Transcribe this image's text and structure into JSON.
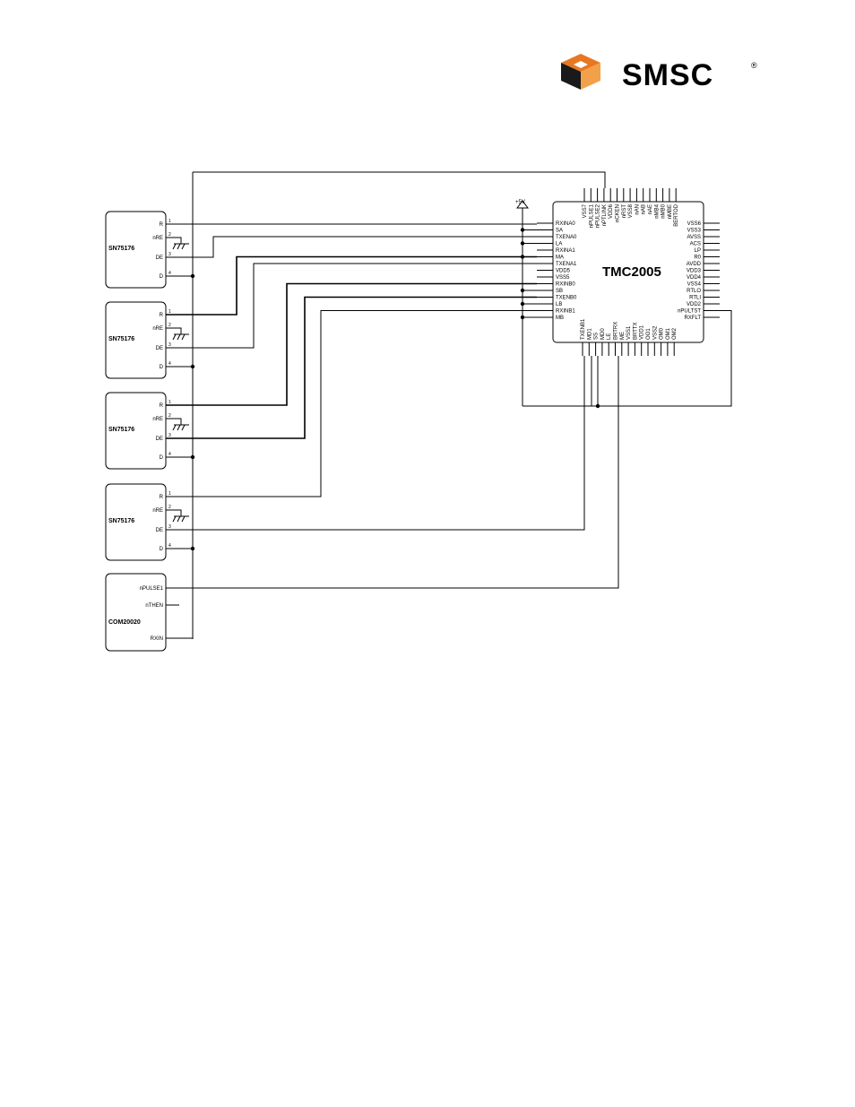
{
  "logo": {
    "text": "SMSC",
    "mark": "®",
    "colors": {
      "orange": "#e87722",
      "dark": "#1a1a1a"
    }
  },
  "schematic": {
    "main_chip": {
      "name": "TMC2005",
      "left_pins": [
        "RXINA0",
        "SA",
        "TXENA0",
        "LA",
        "RXINA1",
        "MA",
        "TXENA1",
        "VDD5",
        "VSS5",
        "RXINB0",
        "SB",
        "TXENB0",
        "LB",
        "RXINB1",
        "MB"
      ],
      "right_pins": [
        "VSS6",
        "VSS3",
        "AVSS",
        "ACS",
        "LP",
        "R0",
        "AVDD",
        "VDD3",
        "VDD4",
        "VSS4",
        "RTLO",
        "RTLI",
        "VDD2",
        "nPULTST",
        "RXFLT"
      ],
      "top_pins": [
        "VSS7",
        "nPULSE1",
        "nPULSE2",
        "nPTLINK",
        "VDD6",
        "nCKEN",
        "nRST",
        "VSS8",
        "nAN",
        "nAB",
        "nAE",
        "nMB4",
        "nMB0",
        "nMBE",
        "BERTOD"
      ],
      "bottom_pins": [
        "TXENB1",
        "MD1",
        "SS",
        "MD0",
        "LE",
        "BRTRX",
        "ME",
        "VSS1",
        "BRTTX",
        "VDD1",
        "OO1",
        "VSS2",
        "OM0",
        "OM1",
        "OM2"
      ]
    },
    "power": "+5V",
    "transceivers": [
      {
        "name": "SN75176",
        "pins": [
          "R",
          "nRE",
          "DE",
          "D"
        ],
        "pin_numbers": [
          "1",
          "2",
          "3",
          "4"
        ]
      },
      {
        "name": "SN75176",
        "pins": [
          "R",
          "nRE",
          "DE",
          "D"
        ],
        "pin_numbers": [
          "1",
          "2",
          "3",
          "4"
        ]
      },
      {
        "name": "SN75176",
        "pins": [
          "R",
          "nRE",
          "DE",
          "D"
        ],
        "pin_numbers": [
          "1",
          "2",
          "3",
          "4"
        ]
      },
      {
        "name": "SN75176",
        "pins": [
          "R",
          "nRE",
          "DE",
          "D"
        ],
        "pin_numbers": [
          "1",
          "2",
          "3",
          "4"
        ]
      }
    ],
    "controller": {
      "name": "COM20020",
      "pins": [
        "nPULSE1",
        "nTHEN",
        "RXIN"
      ]
    }
  }
}
